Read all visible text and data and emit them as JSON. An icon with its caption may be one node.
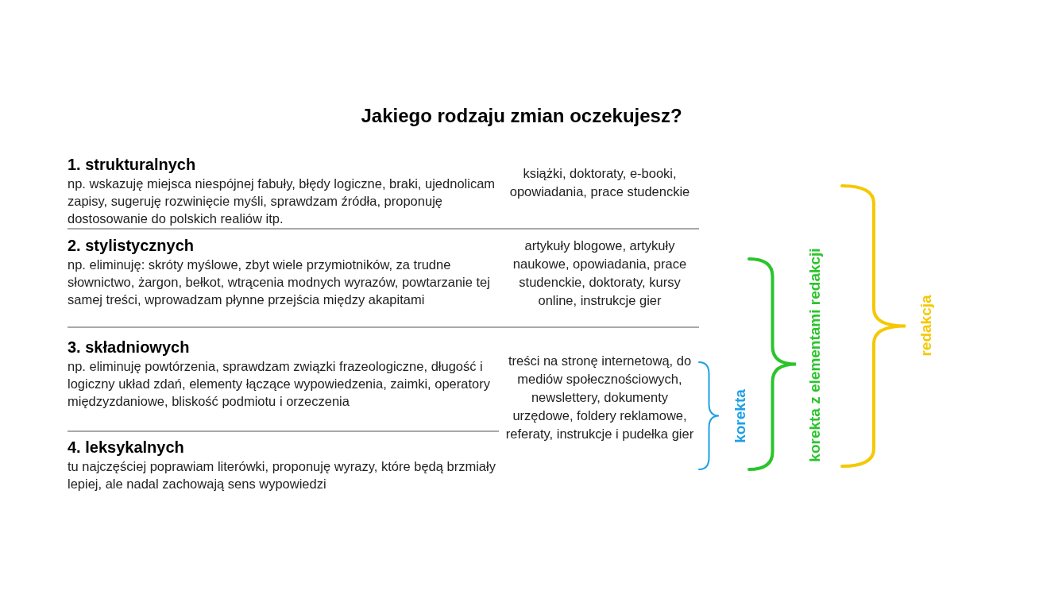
{
  "diagram": {
    "title": "Jakiego rodzaju zmian oczekujesz?",
    "labels": [
      "1. strukturalnych",
      "np. wskazuję miejsca niespójnej fabuły, błędy logiczne, braki, ujednolicam zapisy, sugeruję rozwinięcie myśli, sprawdzam źródła, proponuję dostosowanie do polskich realiów itp.",
      "książki, doktoraty, e-booki, opowiadania, prace studenckie",
      "2. stylistycznych",
      "np. eliminuję: skróty myślowe, zbyt wiele przymiotników, za trudne słownictwo, żargon, bełkot, wtrącenia modnych wyrazów, powtarzanie tej samej treści, wprowadzam płynne przejścia między akapitami",
      "artykuły blogowe, artykuły naukowe, opowiadania, prace studenckie, doktoraty, kursy online, instrukcje gier",
      "3. składniowych",
      "np. eliminuję powtórzenia, sprawdzam związki frazeologiczne, długość i logiczny układ zdań, elementy łączące wypowiedzenia, zaimki, operatory międzyzdaniowe, bliskość podmiotu i orzeczenia",
      "treści na stronę internetową, do mediów społecznościowych, newslettery, dokumenty urzędowe, foldery reklamowe, referaty, instrukcje i pudełka gier",
      "4. leksykalnych",
      "tu najczęściej poprawiam literówki, proponuję wyrazy, które będą brzmiały lepiej, ale nadal zachowają sens wypowiedzi",
      "korekta",
      "korekta z elementami redakcji",
      "redakcja"
    ]
  }
}
